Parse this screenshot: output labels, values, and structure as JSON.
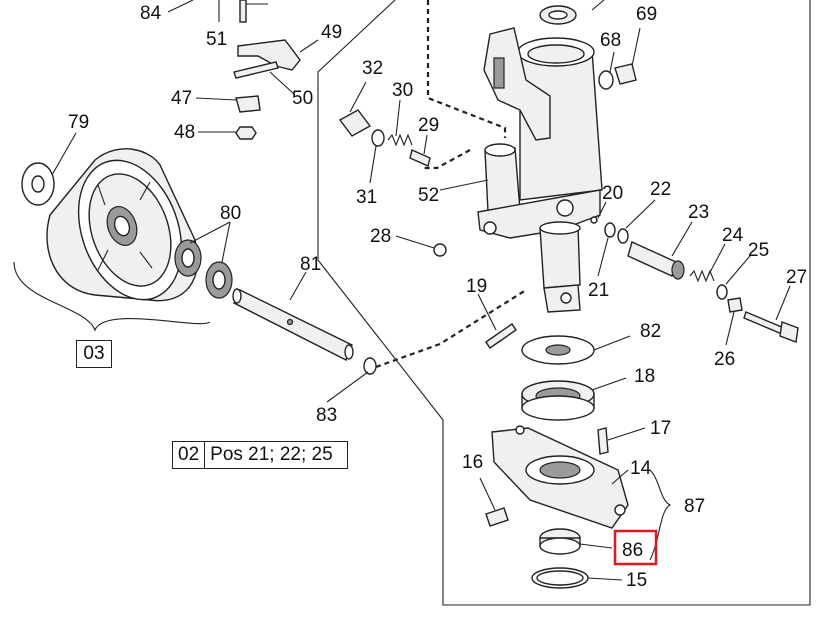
{
  "labels": {
    "p84": "84",
    "p51": "51",
    "p49": "49",
    "p50": "50",
    "p47": "47",
    "p48": "48",
    "p79": "79",
    "p80": "80",
    "p81": "81",
    "p83": "83",
    "p32": "32",
    "p30": "30",
    "p29": "29",
    "p31": "31",
    "p52": "52",
    "p28": "28",
    "p69": "69",
    "p68": "68",
    "p20": "20",
    "p22": "22",
    "p23": "23",
    "p24": "24",
    "p25": "25",
    "p27": "27",
    "p21": "21",
    "p26": "26",
    "p19": "19",
    "p82": "82",
    "p18": "18",
    "p17": "17",
    "p16": "16",
    "p14": "14",
    "p87": "87",
    "p86": "86",
    "p15": "15"
  },
  "groups": {
    "g03": "03",
    "g02_num": "02",
    "g02_text": "Pos 21; 22; 25"
  },
  "highlight": {
    "color": "#e0191e",
    "label_ref": "86"
  }
}
